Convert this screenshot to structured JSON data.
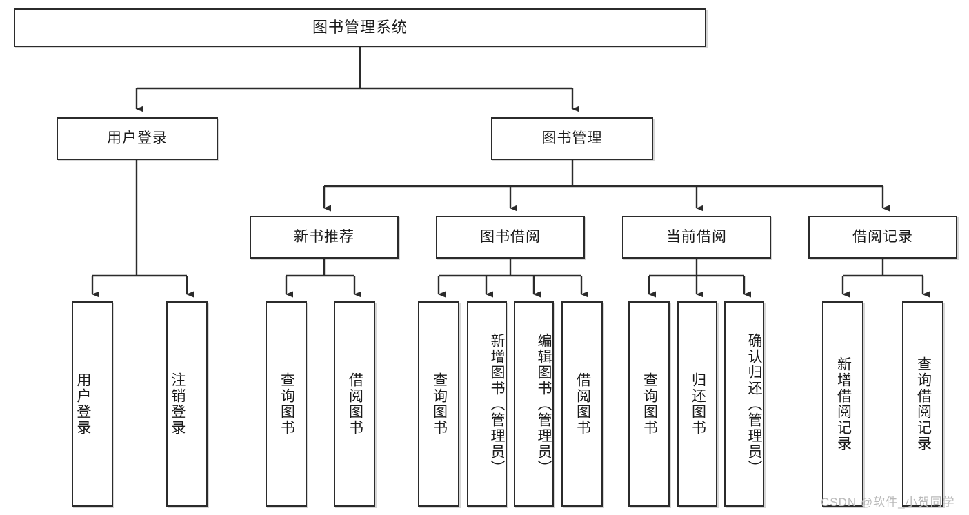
{
  "diagram": {
    "title": "图书管理系统",
    "watermark": "CSDN @软件_小贺同学",
    "line_color": "#2b2b2b",
    "box_fill": "#ffffff",
    "text_color": "#1a1a1a",
    "levels": {
      "root": "图书管理系统",
      "level2": [
        "用户登录",
        "图书管理"
      ],
      "level3": [
        "新书推荐",
        "图书借阅",
        "当前借阅",
        "借阅记录"
      ]
    },
    "nodes": {
      "root": "图书管理系统",
      "user_login": "用户登录",
      "book_manage": "图书管理",
      "new_book_rec": "新书推荐",
      "book_borrow": "图书借阅",
      "current_borrow": "当前借阅",
      "borrow_record": "借阅记录",
      "leaf_user_login": "用户登录",
      "leaf_logout": "注销登录",
      "leaf_query_book_a": "查询图书",
      "leaf_borrow_book_a": "借阅图书",
      "leaf_query_book_b": "查询图书",
      "leaf_add_book": "新增图书（管理员）",
      "leaf_edit_book": "编辑图书（管理员）",
      "leaf_borrow_book_b": "借阅图书",
      "leaf_query_book_c": "查询图书",
      "leaf_return_book": "归还图书",
      "leaf_confirm_return": "确认归还（管理员）",
      "leaf_add_record": "新增借阅记录",
      "leaf_query_record": "查询借阅记录"
    }
  }
}
